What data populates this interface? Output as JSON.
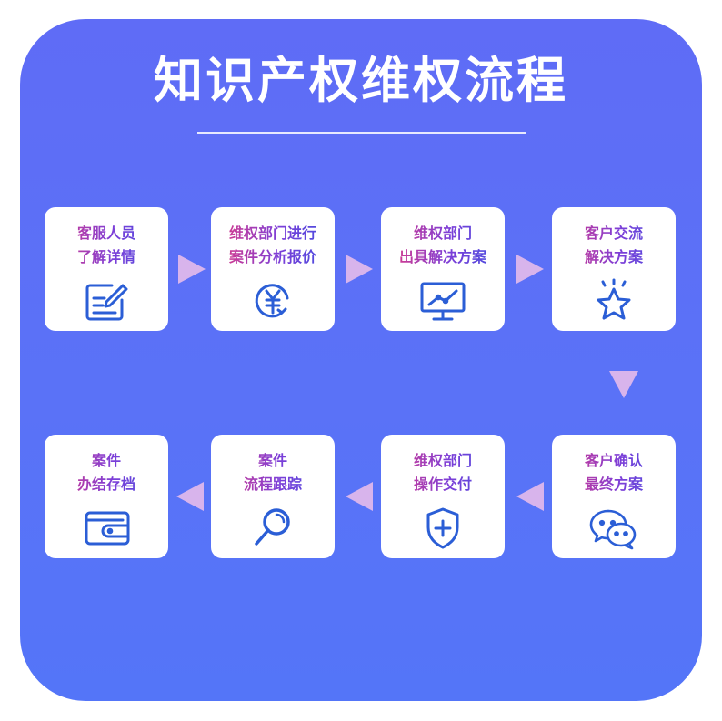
{
  "title": "知识产权维权流程",
  "steps": [
    {
      "line1": "客服人员",
      "line2": "了解详情",
      "icon": "form-edit-icon"
    },
    {
      "line1": "维权部门进行",
      "line2": "案件分析报价",
      "icon": "yen-cycle-icon"
    },
    {
      "line1": "维权部门",
      "line2": "出具解决方案",
      "icon": "monitor-chart-icon"
    },
    {
      "line1": "客户交流",
      "line2": "解决方案",
      "icon": "star-icon"
    },
    {
      "line1": "客户确认",
      "line2": "最终方案",
      "icon": "chat-bubbles-icon"
    },
    {
      "line1": "维权部门",
      "line2": "操作交付",
      "icon": "shield-plus-icon"
    },
    {
      "line1": "案件",
      "line2": "流程跟踪",
      "icon": "magnifier-icon"
    },
    {
      "line1": "案件",
      "line2": "办结存档",
      "icon": "wallet-icon"
    }
  ],
  "colors": {
    "background": "#5a72f7",
    "arrow": "#d8b4ec",
    "icon": "#2b5ed6",
    "text_gradient_start": "#e63a7d",
    "text_gradient_end": "#3f4fe0"
  }
}
